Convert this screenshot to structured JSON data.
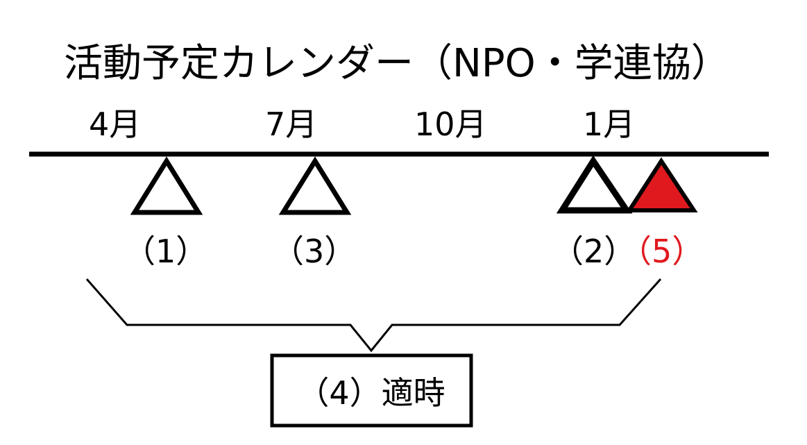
{
  "title": "活動予定カレンダー（NPO・学連協）",
  "months": [
    "4月",
    "7月",
    "10月",
    "1月"
  ],
  "events": [
    {
      "label": "（1）",
      "filled": false
    },
    {
      "label": "（3）",
      "filled": false
    },
    {
      "label": "（2）",
      "filled": false
    },
    {
      "label": "（5）",
      "filled": true
    }
  ],
  "timely": {
    "label": "（4）適時"
  },
  "colors": {
    "line": "#000000",
    "accent": "#e0191e"
  }
}
